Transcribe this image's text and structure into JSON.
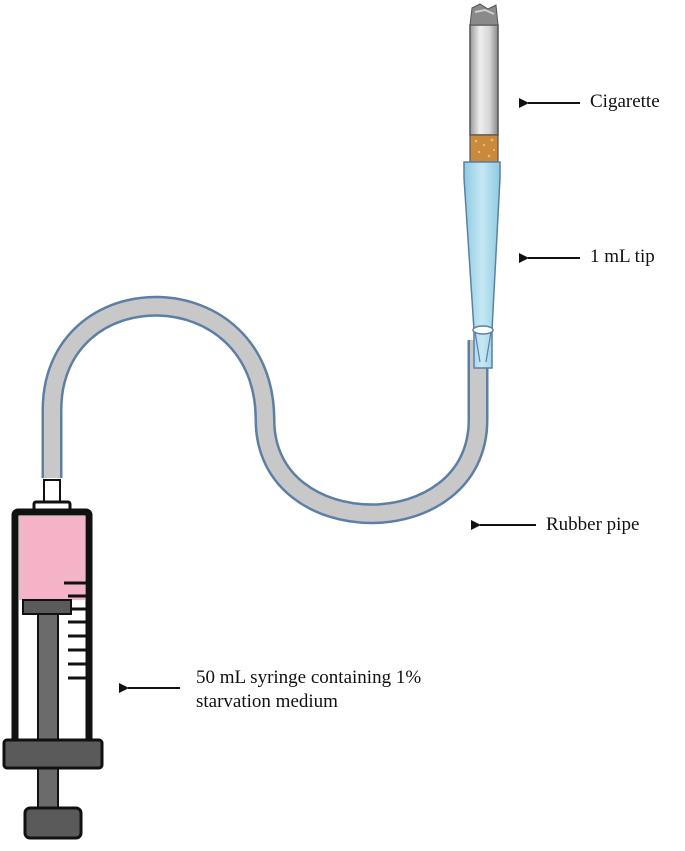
{
  "labels": {
    "cigarette": "Cigarette",
    "tip": "1 mL tip",
    "pipe": "Rubber pipe",
    "syringe_line1": "50 mL syringe containing 1%",
    "syringe_line2": "starvation medium"
  },
  "colors": {
    "outline": "#111111",
    "tubing_fill": "#c8c8c8",
    "tubing_edge": "#5b7fa6",
    "tip_fill": "#a8d8ea",
    "filter_fill": "#c98a3c",
    "medium_fill": "#f4b3c6",
    "plunger_fill": "#5a5a5a",
    "background": "#ffffff"
  }
}
